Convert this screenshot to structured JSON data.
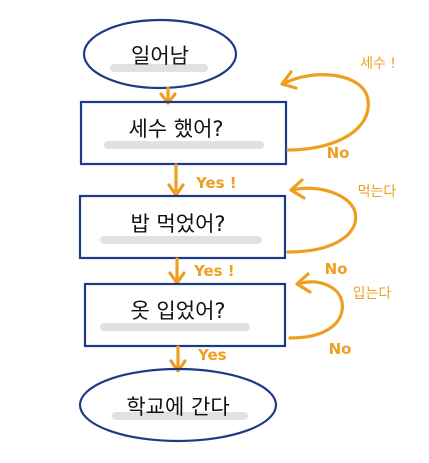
{
  "diagram": {
    "start": "일어남",
    "steps": [
      {
        "question": "세수 했어?",
        "yes_label": "Yes !",
        "no_label": "No",
        "action": "세수 !"
      },
      {
        "question": "밥 먹었어?",
        "yes_label": "Yes !",
        "no_label": "No",
        "action": "먹는다"
      },
      {
        "question": "옷 입었어?",
        "yes_label": "Yes",
        "no_label": "No",
        "action": "입는다"
      }
    ],
    "end": "학교에 간다"
  },
  "colors": {
    "outline": "#1d3a8a",
    "arrow": "#eda020",
    "text": "#111111"
  }
}
